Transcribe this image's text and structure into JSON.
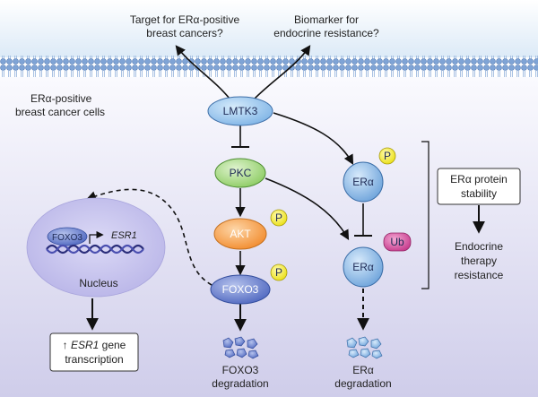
{
  "colors": {
    "membrane": "#8fb1dd",
    "membrane_dark": "#5a80b8",
    "cytoplasm_top": "#ffffff",
    "cytoplasm_bottom": "#c9c7e8",
    "lmtk3": "#9cc8f0",
    "pkc": "#a9db8a",
    "akt": "#f7a95a",
    "foxo3": "#6f86cf",
    "era": "#8fbce6",
    "phospho": "#f6ee2a",
    "ubiquitin": "#d64ea0",
    "nucleus": "#c7c4ee"
  },
  "top_labels": {
    "target_line1": "Target for ERα-positive",
    "target_line2": "breast cancers?",
    "biomarker_line1": "Biomarker for",
    "biomarker_line2": "endocrine resistance?"
  },
  "cell_label": {
    "line1": "ERα-positive",
    "line2": "breast cancer cells"
  },
  "nodes": {
    "lmtk3": "LMTK3",
    "pkc": "PKC",
    "akt": "AKT",
    "foxo3": "FOXO3",
    "era_top": "ERα",
    "era_bottom": "ERα",
    "phospho": "P",
    "ub": "Ub"
  },
  "nucleus": {
    "foxo3_label": "FOXO3",
    "gene": "ESR1",
    "label": "Nucleus"
  },
  "transcription_box": {
    "line1_prefix": "↑ ",
    "line1_gene": "ESR1",
    "line1_suffix": " gene",
    "line2": "transcription"
  },
  "stability_box": {
    "line1": "ERα protein",
    "line2": "stability"
  },
  "resistance_label": {
    "line1": "Endocrine",
    "line2": "therapy",
    "line3": "resistance"
  },
  "degradation": {
    "foxo3_line1": "FOXO3",
    "foxo3_line2": "degradation",
    "era_line1": "ERα",
    "era_line2": "degradation"
  }
}
